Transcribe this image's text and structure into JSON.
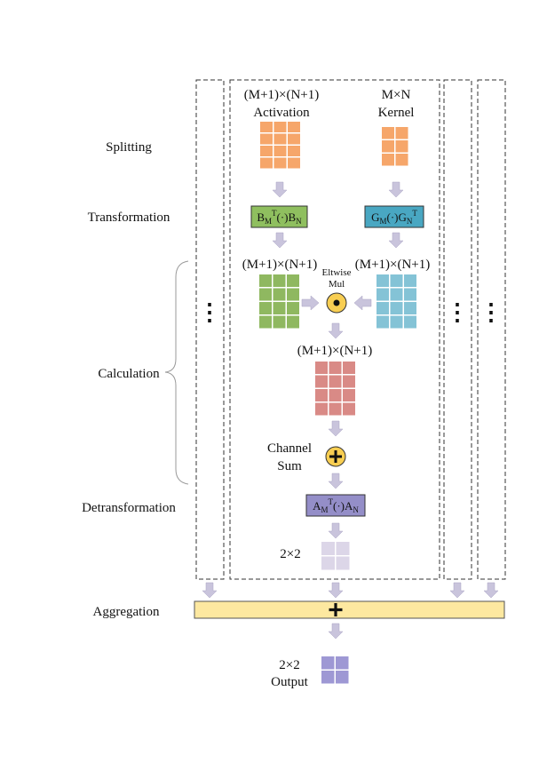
{
  "stages": {
    "splitting": "Splitting",
    "transformation": "Transformation",
    "calculation": "Calculation",
    "detransformation": "Detransformation",
    "aggregation": "Aggregation"
  },
  "inputs": {
    "activation_size": "(M+1)×(N+1)",
    "activation_label": "Activation",
    "kernel_size": "M×N",
    "kernel_label": "Kernel"
  },
  "transforms": {
    "b": {
      "base1": "B",
      "sub1": "M",
      "sup1": "T",
      "mid": "(·)",
      "base2": "B",
      "sub2": "N"
    },
    "g": {
      "base1": "G",
      "sub1": "M",
      "mid": "(·)",
      "base2": "G",
      "sub2": "N",
      "sup2": "T"
    },
    "a": {
      "base1": "A",
      "sub1": "M",
      "sup1": "T",
      "mid": "(·)",
      "base2": "A",
      "sub2": "N"
    }
  },
  "calc": {
    "left_size": "(M+1)×(N+1)",
    "right_size": "(M+1)×(N+1)",
    "eltwise_line1": "Eltwise",
    "eltwise_line2": "Mul",
    "product_size": "(M+1)×(N+1)",
    "channel_sum_line1": "Channel",
    "channel_sum_line2": "Sum"
  },
  "result": {
    "size": "2×2"
  },
  "output": {
    "size": "2×2",
    "label": "Output"
  },
  "ellipsis": "⋮",
  "colors": {
    "activation": "#f6a66a",
    "kernel": "#f6a66a",
    "transformed_act": "#8fb860",
    "transformed_ker": "#84c3d6",
    "product": "#d98a86",
    "detrans_result": "#dcd6e8",
    "output": "#9e98d4",
    "arrow": "#c9c4dc",
    "b_box": "#8fbf5f",
    "g_box": "#49a7c2",
    "a_box": "#948ec8",
    "op_circle": "#f8ce52",
    "aggregation_bar": "#fde8a0"
  }
}
